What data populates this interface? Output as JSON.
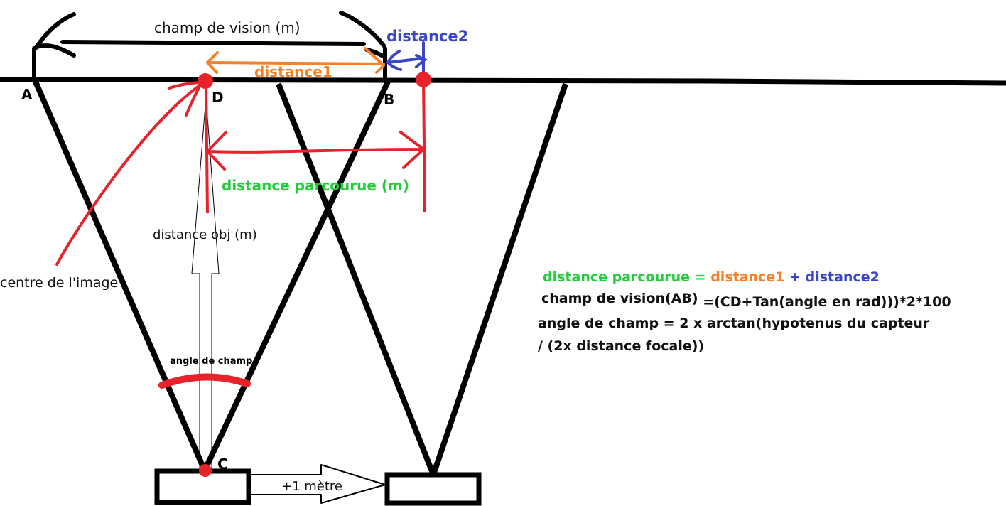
{
  "colors": {
    "ink": "#000000",
    "red": "#e8222a",
    "orange": "#f5802a",
    "blue": "#3a45c8",
    "green": "#22cc3a"
  },
  "labels": {
    "champ_vision": "champ de vision (m)",
    "distance2": "distance2",
    "distance1": "distance1",
    "point_a": "A",
    "point_d": "D",
    "point_b": "B",
    "point_c": "C",
    "distance_parcourue": "distance parcourue (m)",
    "distance_obj": "distance obj (m)",
    "centre_image": "centre de l'image",
    "angle_champ": "angle de champ",
    "plus_un_metre": "+1 mètre"
  },
  "formulas": {
    "line1": {
      "term1": "distance parcourue",
      "eq": " = ",
      "term2": "distance1",
      "plus": " + ",
      "term3": "distance2"
    },
    "line2a": "champ de vision(AB) ",
    "line2b": "=(CD+Tan(angle en rad)))*2*100",
    "line3": "angle de champ = 2 x arctan(hypotenus du capteur",
    "line4": "/ (2x distance focale))"
  }
}
